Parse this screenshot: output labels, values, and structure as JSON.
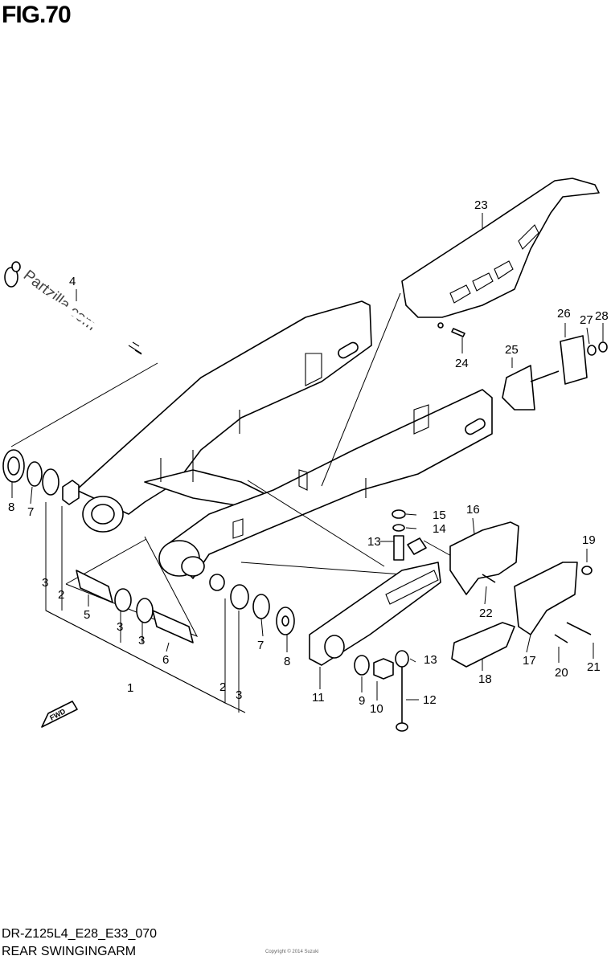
{
  "header": {
    "figure": "FIG.70"
  },
  "watermark": "Partzilla.com",
  "fwd_label": "FWD",
  "callouts": [
    "1",
    "2",
    "2",
    "3",
    "3",
    "3",
    "3",
    "4",
    "5",
    "6",
    "7",
    "7",
    "8",
    "8",
    "9",
    "10",
    "11",
    "12",
    "13",
    "13",
    "14",
    "15",
    "16",
    "17",
    "18",
    "19",
    "20",
    "21",
    "22",
    "23",
    "24",
    "25",
    "26",
    "27",
    "28"
  ],
  "footer": {
    "code": "DR-Z125L4_E28_E33_070",
    "name": "REAR SWINGINGARM",
    "small": "Copyright © 2014 Suzuki"
  }
}
